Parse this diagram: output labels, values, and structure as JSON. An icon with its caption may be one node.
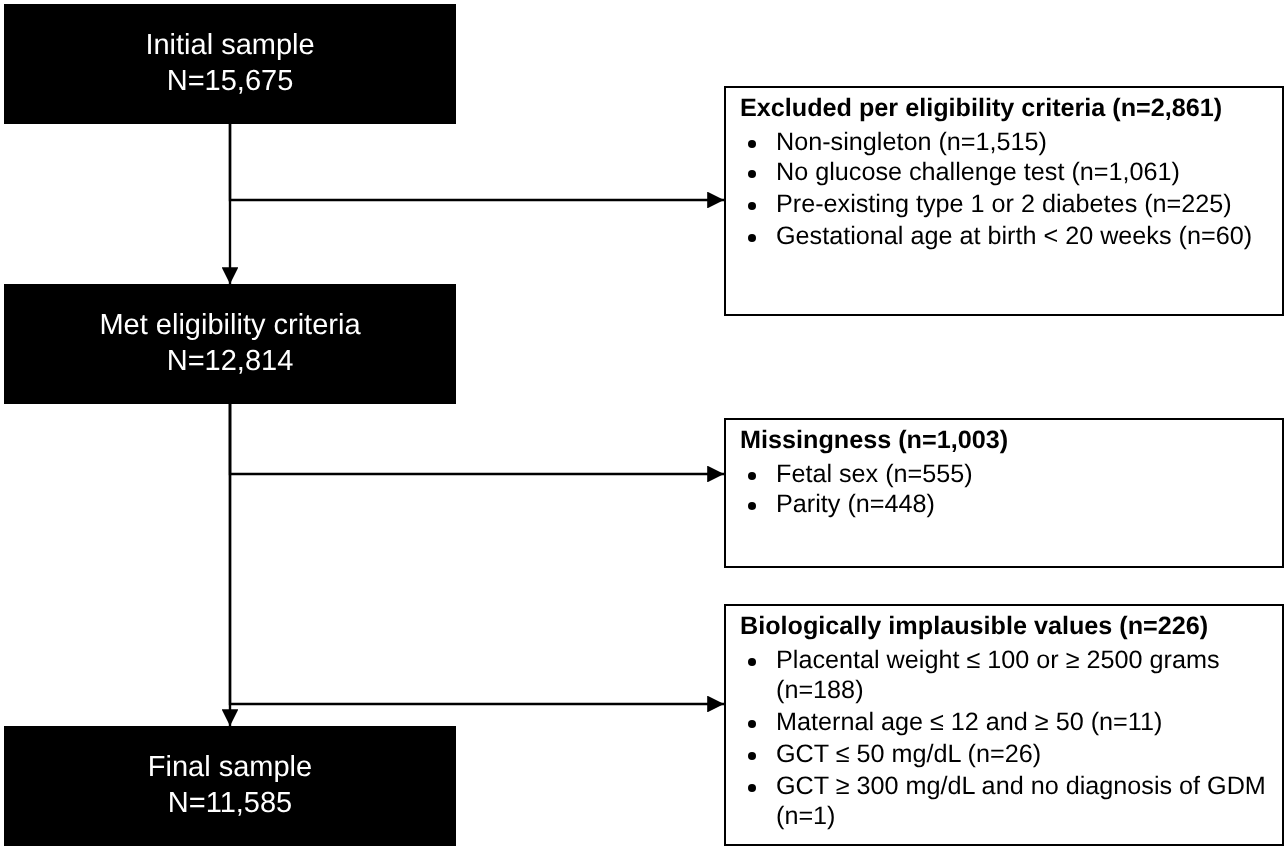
{
  "diagram": {
    "nodes": [
      {
        "text": [
          "Initial sample",
          "N=15,675"
        ]
      },
      {
        "text": [
          "Excluded per eligibility criteria (n=2,861)",
          "Non-singleton (n=1,515)",
          "No glucose challenge test (n=1,061)",
          "Pre-existing type 1 or 2 diabetes (n=225)",
          "Gestational age at birth < 20 weeks (n=60)"
        ]
      },
      {
        "text": [
          "Met eligibility criteria",
          "N=12,814"
        ]
      },
      {
        "text": [
          "Missingness (n=1,003)",
          "Fetal sex (n=555)",
          "Parity (n=448)"
        ]
      },
      {
        "text": [
          "Biologically implausible values (n=226)",
          "Placental weight ≤ 100 or ≥ 2500 grams (n=188)",
          "Maternal age ≤ 12 and ≥ 50 (n=11)",
          "GCT ≤ 50 mg/dL (n=26)",
          "GCT ≥ 300 mg/dL and no diagnosis of GDM (n=1)"
        ]
      },
      {
        "text": [
          "Final sample",
          "N=11,585"
        ]
      }
    ],
    "edges": [
      {
        "from": 0,
        "to": 2,
        "arrow": "to"
      },
      {
        "from": 0,
        "to": 1,
        "arrow": "to"
      },
      {
        "from": 2,
        "to": 5,
        "arrow": "to"
      },
      {
        "from": 2,
        "to": 3,
        "arrow": "to"
      },
      {
        "from": 2,
        "to": 4,
        "arrow": "to"
      }
    ]
  }
}
